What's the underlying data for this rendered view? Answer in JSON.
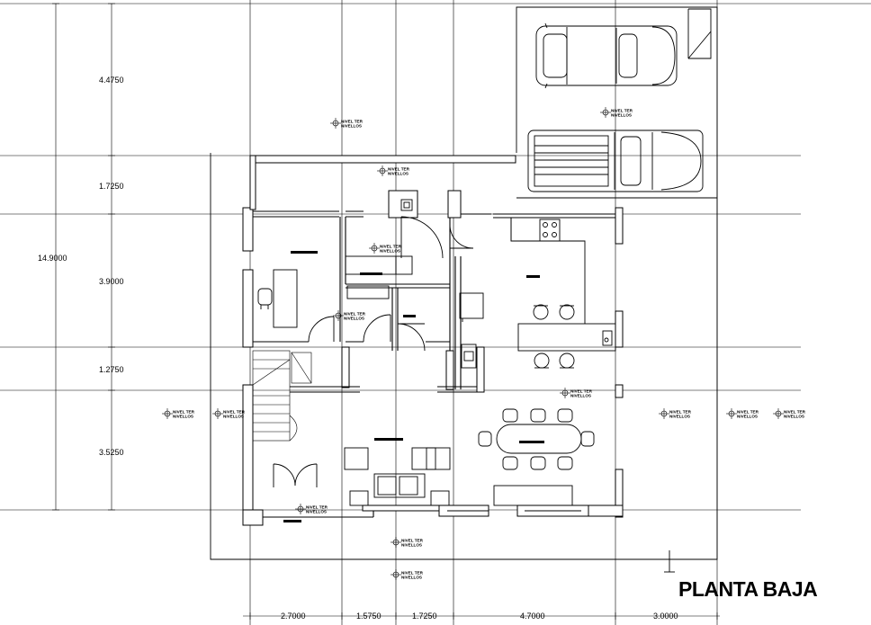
{
  "drawing_title": "PLANTA BAJA",
  "level_label": [
    "NIVEL TER",
    "NIVELLOS"
  ],
  "level_marker_count": 14,
  "dimensions": {
    "vertical": [
      "4.4750",
      "1.7250",
      "3.9000",
      "1.2750",
      "3.5250"
    ],
    "vertical_total": "14.9000",
    "horizontal": [
      "2.7000",
      "1.5750",
      "1.7250",
      "4.7000",
      "3.0000"
    ]
  },
  "vehicles": [
    "car",
    "pickup-truck"
  ],
  "furniture": [
    "desk",
    "office-chair",
    "stove",
    "kitchen-island",
    "bar-stools",
    "dining-table",
    "dining-chairs",
    "sofa",
    "armchairs",
    "staircase",
    "doors"
  ]
}
